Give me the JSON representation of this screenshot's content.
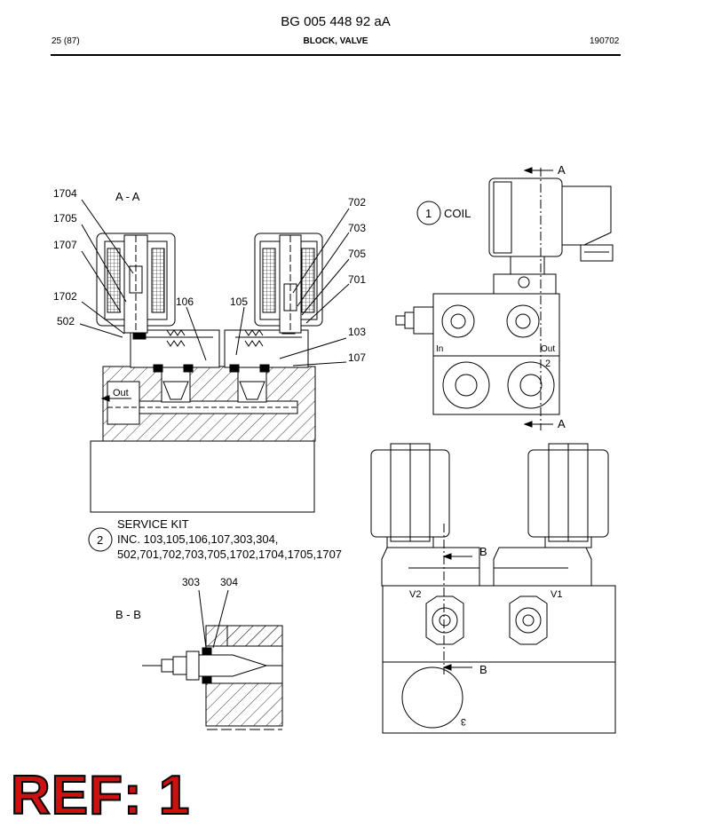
{
  "header": {
    "doc_number": "BG 005 448 92 aA",
    "page": "25 (87)",
    "title": "BLOCK, VALVE",
    "date": "190702"
  },
  "section_aa": {
    "label": "A - A",
    "callouts": [
      "1704",
      "1705",
      "1707",
      "1702",
      "502",
      "106",
      "105",
      "702",
      "703",
      "705",
      "701",
      "103",
      "107"
    ],
    "port_out": "Out"
  },
  "coil_view": {
    "item_number": "1",
    "item_label": "COIL",
    "section_mark": "A",
    "port_in": "In",
    "port_out": "Out",
    "port_num": "2"
  },
  "service_kit": {
    "item_number": "2",
    "title": "SERVICE KIT",
    "line1": "INC. 103,105,106,107,303,304,",
    "line2": "502,701,702,703,705,1702,1704,1705,1707"
  },
  "section_bb": {
    "label": "B - B",
    "callouts": [
      "303",
      "304"
    ]
  },
  "block_view": {
    "section_mark": "B",
    "valve_left": "V2",
    "valve_right": "V1",
    "port_num": "3"
  },
  "ref": {
    "label": "REF: 1"
  }
}
